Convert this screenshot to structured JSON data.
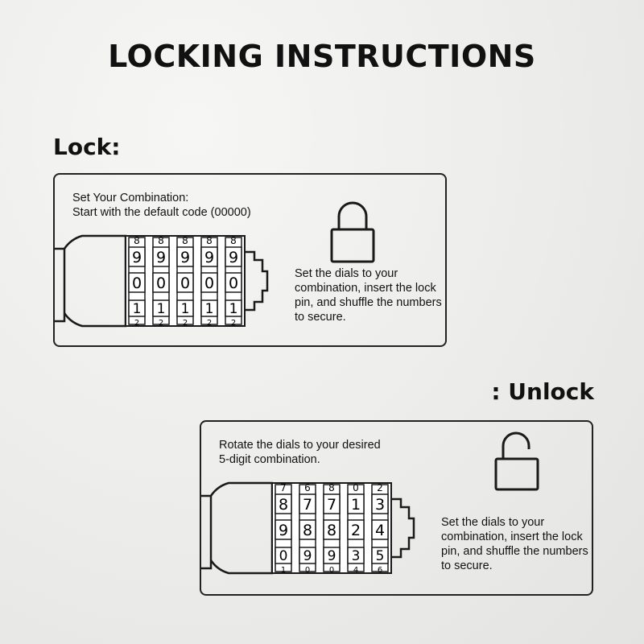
{
  "title": "LOCKING INSTRUCTIONS",
  "lock": {
    "heading": "Lock:",
    "intro_line1": "Set Your Combination:",
    "intro_line2": "Start with the default code (00000)",
    "secure_text": "Set the dials to your combination, insert the lock pin, and shuffle the numbers to secure.",
    "dials": {
      "top_partial": [
        "8",
        "8",
        "8",
        "8",
        "8"
      ],
      "row1": [
        "9",
        "9",
        "9",
        "9",
        "9"
      ],
      "row2": [
        "0",
        "0",
        "0",
        "0",
        "0"
      ],
      "row3": [
        "1",
        "1",
        "1",
        "1",
        "1"
      ],
      "bottom_partial": [
        "2",
        "2",
        "2",
        "2",
        "2"
      ]
    },
    "icon": "padlock-closed-icon"
  },
  "unlock": {
    "heading": ": Unlock",
    "intro_line1": "Rotate the dials to your desired",
    "intro_line2": "5-digit combination.",
    "secure_text": "Set the dials to your combination, insert the lock pin, and shuffle the numbers to secure.",
    "dials": {
      "top_partial": [
        "7",
        "6",
        "8",
        "0",
        "2"
      ],
      "row1": [
        "8",
        "7",
        "7",
        "1",
        "3"
      ],
      "row2": [
        "9",
        "8",
        "8",
        "2",
        "4"
      ],
      "row3": [
        "0",
        "9",
        "9",
        "3",
        "5"
      ],
      "bottom_partial": [
        "1",
        "0",
        "0",
        "4",
        "6"
      ]
    },
    "icon": "padlock-open-icon"
  }
}
